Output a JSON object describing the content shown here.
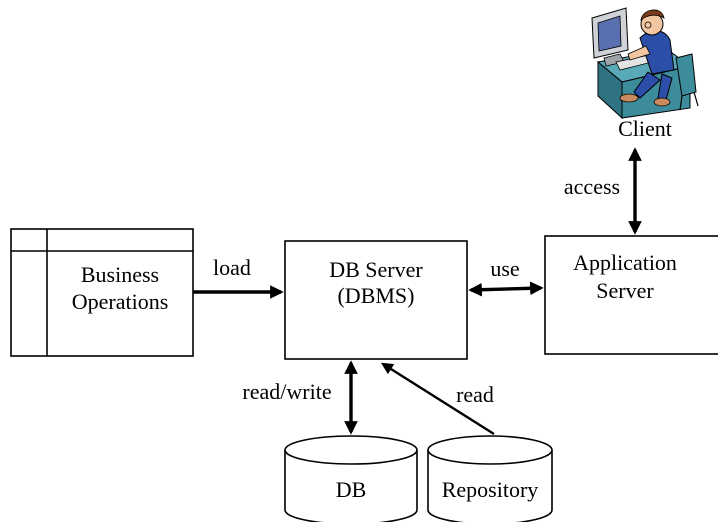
{
  "nodes": {
    "business_operations": {
      "line1": "Business",
      "line2": "Operations"
    },
    "db_server": {
      "line1": "DB Server",
      "line2": "(DBMS)"
    },
    "application_server": {
      "line1": "Application",
      "line2": "Server"
    },
    "client": {
      "label": "Client",
      "icon": "person-at-computer-icon"
    },
    "db": {
      "label": "DB"
    },
    "repository": {
      "label": "Repository"
    }
  },
  "edges": {
    "load": "load",
    "use": "use",
    "access": "access",
    "read_write": "read/write",
    "read": "read"
  }
}
